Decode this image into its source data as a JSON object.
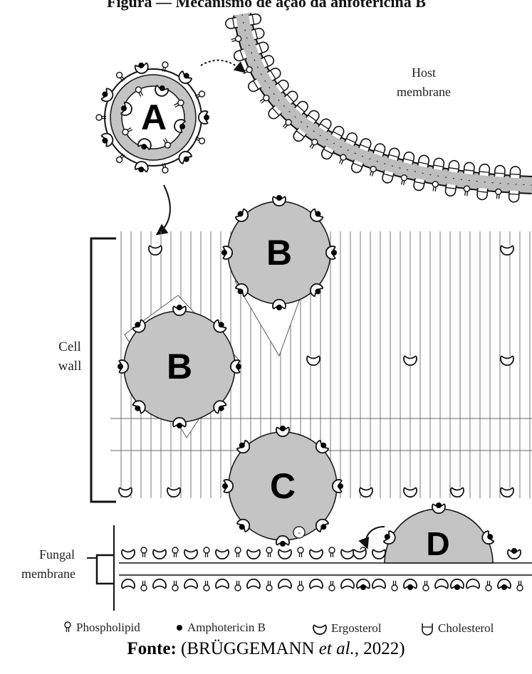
{
  "figure": {
    "header_fragment": "Figura — Mecanismo de ação da anfotericina B",
    "labels": {
      "host_line1": "Host",
      "host_line2": "membrane",
      "cell_line1": "Cell",
      "cell_line2": "wall",
      "fungal_line1": "Fungal",
      "fungal_line2": "membrane",
      "A": "A",
      "B1": "B",
      "B2": "B",
      "C": "C",
      "D": "D",
      "charge": "-"
    },
    "legend": {
      "phospholipid": "Phospholipid",
      "amphotericin": "Amphotericin B",
      "ergosterol": "Ergosterol",
      "cholesterol": "Cholesterol"
    },
    "source": {
      "prefix": "Fonte:",
      "open": "(BRÜGGEMANN ",
      "etal": "et al.,",
      "year": " 2022)"
    }
  }
}
